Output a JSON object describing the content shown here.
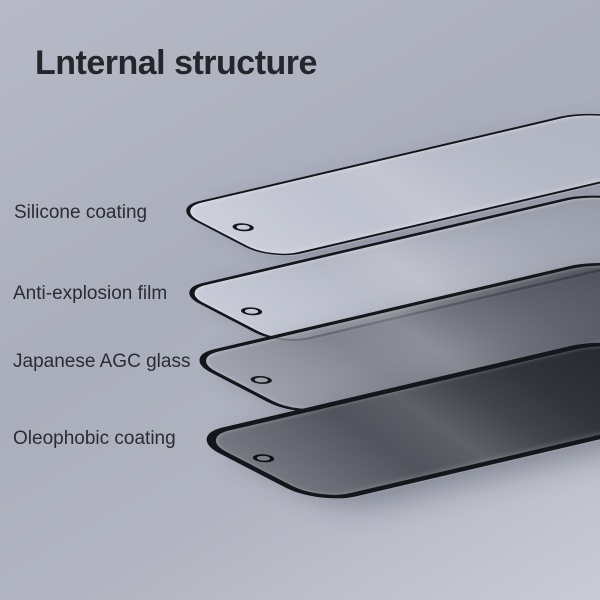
{
  "title": "Lnternal structure",
  "layers": [
    {
      "id": "silicone-coating",
      "label": "Silicone coating"
    },
    {
      "id": "anti-explosion-film",
      "label": "Anti-explosion film"
    },
    {
      "id": "japanese-agc-glass",
      "label": "Japanese AGC glass"
    },
    {
      "id": "oleophobic-coating",
      "label": "Oleophobic coating"
    }
  ],
  "colors": {
    "background_top": "#b7bac6",
    "background_mid": "#aaadbb",
    "background_bottom": "#c9ccd6",
    "title_text": "#25262b",
    "label_text": "#2b2d33",
    "sheet_border": "#15161b"
  }
}
